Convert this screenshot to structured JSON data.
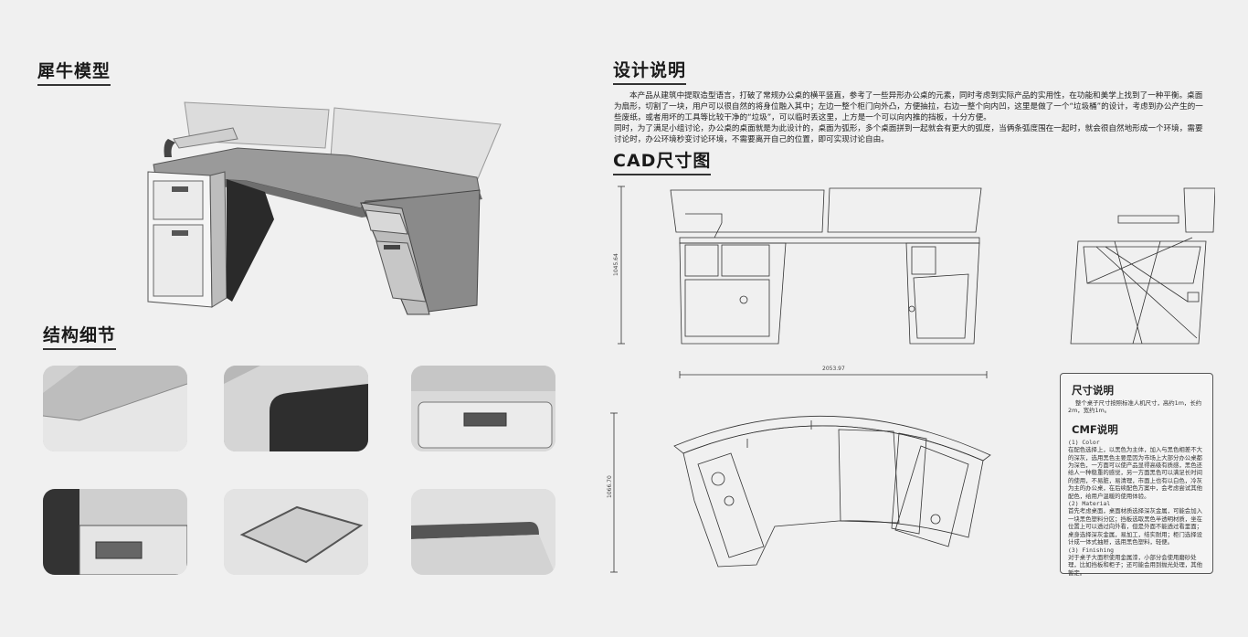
{
  "left": {
    "title_model": "犀牛模型",
    "title_detail": "结构细节"
  },
  "right": {
    "title_design": "设计说明",
    "design_p1": "本产品从建筑中提取造型语言，打破了常规办公桌的横平竖直，参考了一些异形办公桌的元素，同时考虑到实际产品的实用性，在功能和美学上找到了一种平衡。桌面为扇形，切割了一块，用户可以很自然的将身位融入其中；左边一整个柜门向外凸，方便抽拉，右边一整个向内凹，这里是做了一个“垃圾桶”的设计，考虑到办公产生的一些废纸，或者用坏的工具等比较干净的“垃圾”，可以临时丢这里，上方是一个可以向内推的挡板，十分方便。",
    "design_p2": "同时，为了满足小组讨论，办公桌的桌面就是为此设计的，桌面为弧形，多个桌面拼到一起就会有更大的弧度，当俩条弧度围在一起时，就会很自然地形成一个环境，需要讨论时，办公环境秒变讨论环境，不需要离开自己的位置，即可实现讨论自由。",
    "title_cad": "CAD尺寸图",
    "dim_height_front": "1045.64",
    "dim_width_top": "2053.97",
    "dim_depth_top": "1066.70"
  },
  "spec": {
    "size_title": "尺寸说明",
    "size_text": "整个桌子尺寸按照标准人机尺寸，高约1m，长约2m，宽约1m。",
    "cmf_title": "CMF说明",
    "c_label": "(1) Color",
    "c_text": "在配色选择上，以黑色为主体，加入与黑色相差不大的深灰，选用黑色主要是因为市场上大部分办公桌都为深色，一方面可以使产品显得高级有质感，黑色还给人一种稳重的感觉，另一方面黑色可以满足长时间的使用，不易脏，易清理，市面上也有以白色，冷灰为主的办公桌，在后续配色方案中，会考虑尝试其他配色，给用户温暖的使用体验。",
    "m_label": "(2) Material",
    "m_text": "首先考虑桌面，桌面材质选择深灰金属，可能会加入一块黑色塑料分区；挡板选取黑色半透明材质，坐在位置上可以透过向外看，但是外面不能透过看里面；桌身选择深灰金属，易加工，结实耐用；柜门选择设计成一体式抽屉，选用黑色塑料，轻便。",
    "f_label": "(3) Finishing",
    "f_text": "对于桌子大面积使用金属漆，小部分会使用磨砂处理，比如挡板和柜子；还可能会用到抛光处理，其他暂定。"
  }
}
